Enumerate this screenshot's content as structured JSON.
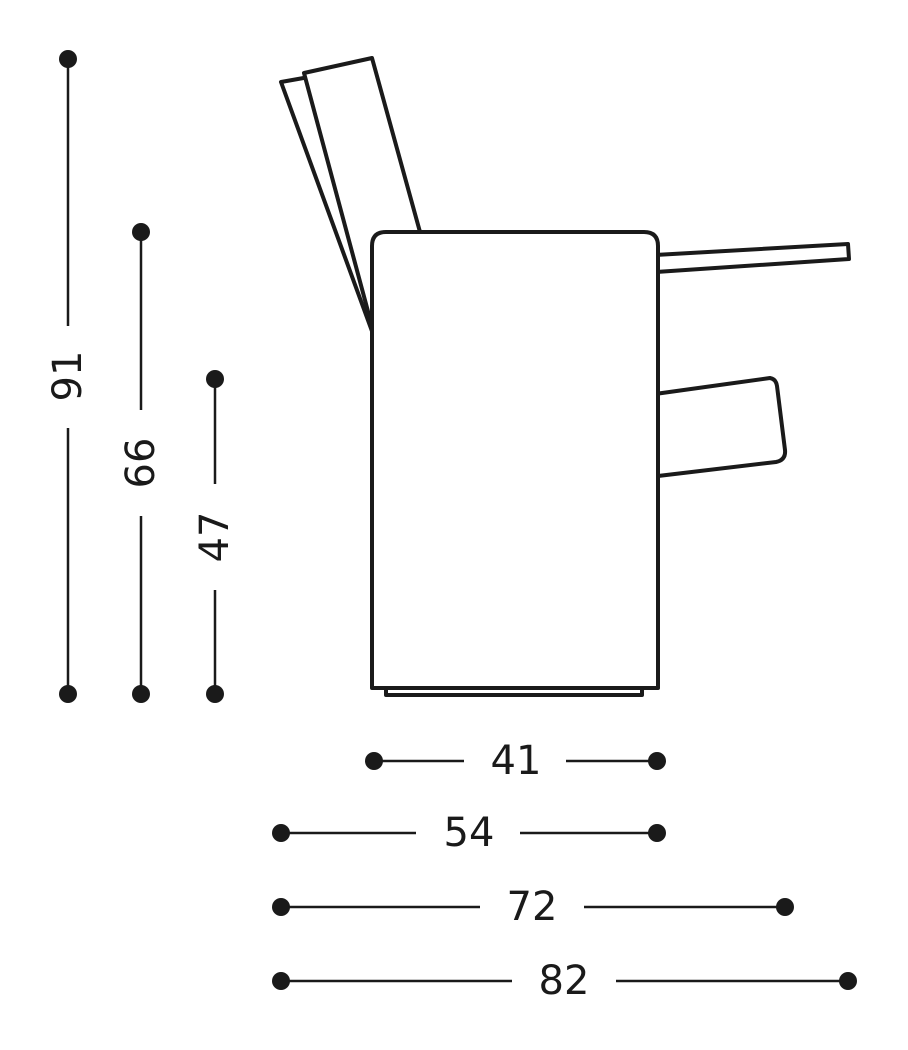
{
  "dimensions": {
    "vertical": [
      {
        "id": "total-height",
        "label": "91"
      },
      {
        "id": "armrest-height",
        "label": "66"
      },
      {
        "id": "seat-height",
        "label": "47"
      }
    ],
    "horizontal": [
      {
        "id": "seat-width",
        "label": "41"
      },
      {
        "id": "base-depth",
        "label": "54"
      },
      {
        "id": "depth-with-armrest",
        "label": "72"
      },
      {
        "id": "total-depth",
        "label": "82"
      }
    ]
  },
  "colors": {
    "stroke": "#1a1a1a",
    "background": "#ffffff"
  }
}
